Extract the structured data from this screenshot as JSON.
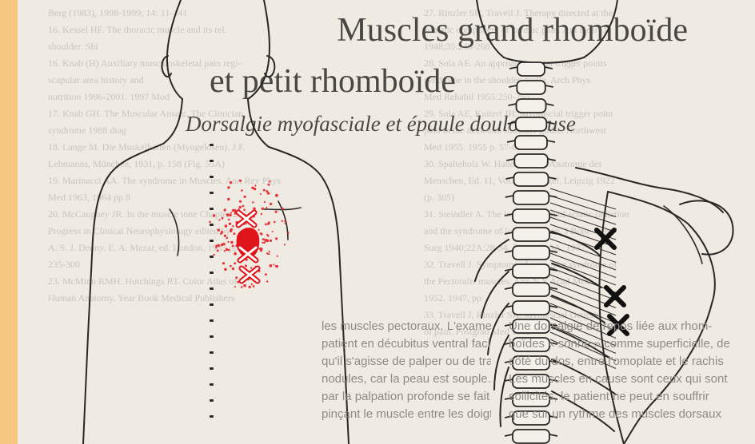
{
  "page": {
    "title_line1": "Muscles grand rhomboïde",
    "title_line2": "et petit rhomboïde",
    "subtitle": "Dorsalgie myofasciale et épaule douloureuse"
  },
  "background_refs_left": [
    "Berg (1983), 1998-1999; 14: 11-141",
    "16. Kessel HF. The thoracic muscle and its rel.",
    "shoulder. Shi",
    "16. Knab (H) Auxiliary musculoskeletal pain regi-",
    "scapular area history and",
    "nutrition 1996-2001. 1997 Mod",
    "17. Knab GH. The Muscular Ansatz. The Clinician",
    "syndrome 1988 diag",
    "18. Lange M. Die Muskelharten (Myogelosen). J.F.",
    "Lehmanns, München, 1931, p. 158 (Fig. 55A)",
    "19. Marinacci AA. The syndrome in Muscles. Ann Rev Phys",
    "Med 1963, 1964 pp 8",
    "20. McCaughey JR. In the muscle tone Chapter 20 in",
    "Progress in Clinical Neurophysiology edited by",
    "A. S. J. Denny. E. A. Mezar, ed. London, 1983 pp.",
    "235-300",
    "23. McMinn RMH. Hutchings RT. Color Atlas of",
    "Human Anatomy. Year Book Medical Publishers"
  ],
  "background_refs_right": [
    "27. Rinzler SH, Travell J. Therapy directed at the",
    "somatic component of cardiac pain. Am Heart J",
    "1948;35:248-268",
    "28. Sola AE. An approach to treat trigger points",
    "syndrome in the shoulder girdle. Arch Phys",
    "Med Rehabil 1955:250-255",
    "29. Sola AE, Kuitert JH. Myofascial trigger point",
    "pain in the neck and shoulder girdle. Northwest",
    "Med 1955. 1955 p. 57-63",
    "30. Spalteholz W. Handatlas der Anatomie des",
    "Menschen, Ed. 11, Vol. 2. S. Hirzel, Leipzig 1922",
    "(p. 305)",
    "31. Steindler A. The interpretation of sciatic radiation",
    "and the syndrome of low-back pain. J Bone Joint",
    "Surg 1940;22A:28-34, Fig. 1, 2, 3A, 1937",
    "32. Travell J. Symptoms of pain. The syndrome of",
    "the Pectoralis muscles. Ann N Y Acad Med",
    "1952. 1947, pp",
    "33. Travell J, Rinzler SH. Myofascial Genesis",
    "of pain. Postgrad Med 1952"
  ],
  "body_text_left": [
    "les muscles pectoraux. L'examen du",
    "patient en décubitus ventral facilite l'abord,",
    "qu'il s'agisse de palper ou de traiter les",
    "nodules, car la peau est souple. L'examen",
    "par la palpation profonde se fait en",
    "pinçant le muscle entre les doigts et le pouce"
  ],
  "body_text_right": [
    "Une dorsalgie de repos liée aux rhom-",
    "boïdes « sonne » comme superficielle, de",
    "côté du dos, entre l'omoplate et le rachis",
    "Les muscles en cause sont ceux qui sont",
    "sollicités, le patient ne peut en souffrir",
    "que sur un rythme des muscles dorsaux"
  ],
  "colors": {
    "trigger_point": "#e0141b",
    "referred_pain": "#e8343a",
    "ink": "#2a2826",
    "page": "#efebe2",
    "left_strip": "#f6c77f"
  }
}
